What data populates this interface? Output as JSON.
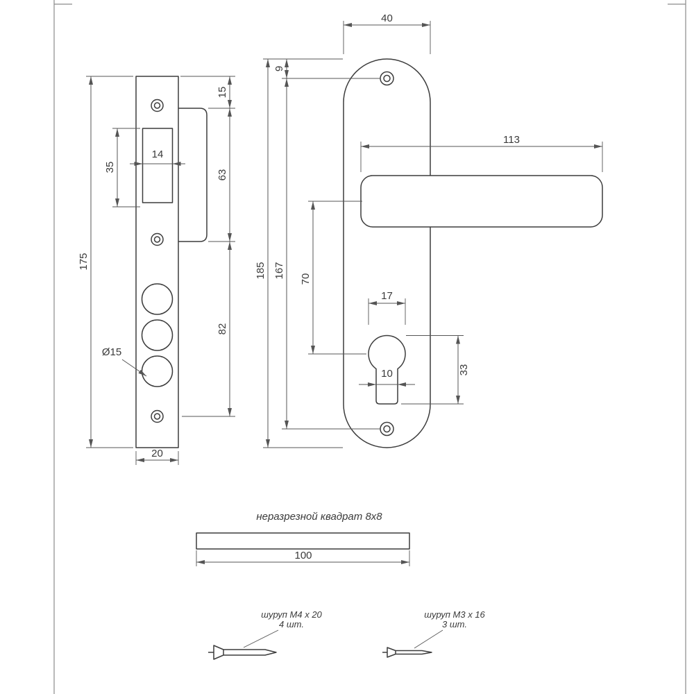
{
  "faceplate": {
    "overall_height": "175",
    "cutout_height": "35",
    "cutout_width": "14",
    "plate_width": "20",
    "hole_diameter": "Ø15",
    "chain_top": "15",
    "chain_mid": "63",
    "chain_bottom": "82"
  },
  "plate": {
    "width": "40",
    "screw_offset": "9",
    "overall_height": "185",
    "screw_span": "167",
    "handle_to_key": "70",
    "handle_length": "113",
    "key_circle": "17",
    "key_slot": "10",
    "key_height": "33"
  },
  "spindle": {
    "caption": "неразрезной квадрат 8x8",
    "length": "100"
  },
  "screws": [
    {
      "name": "шуруп М4 х 20",
      "qty": "4 шт."
    },
    {
      "name": "шуруп М3 х 16",
      "qty": "3 шт."
    }
  ]
}
